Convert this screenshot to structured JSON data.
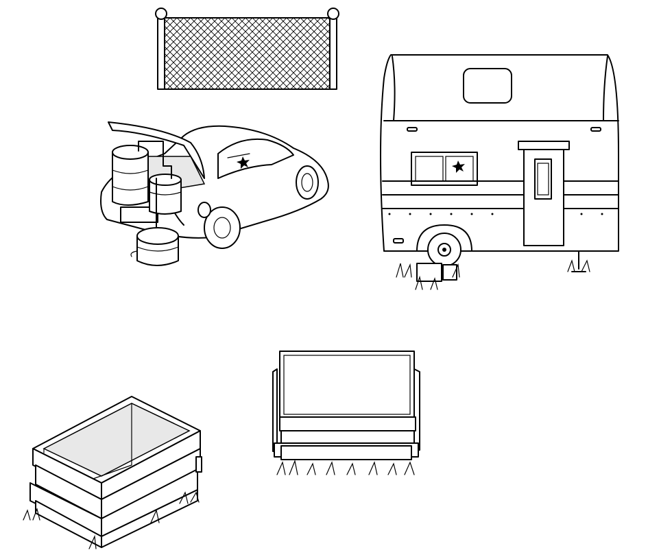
{
  "objects": [
    {
      "id": "fence",
      "label": ""
    },
    {
      "id": "car",
      "label": ""
    },
    {
      "id": "trailer",
      "label": ""
    },
    {
      "id": "box",
      "label": ""
    },
    {
      "id": "sign",
      "label": ""
    }
  ]
}
